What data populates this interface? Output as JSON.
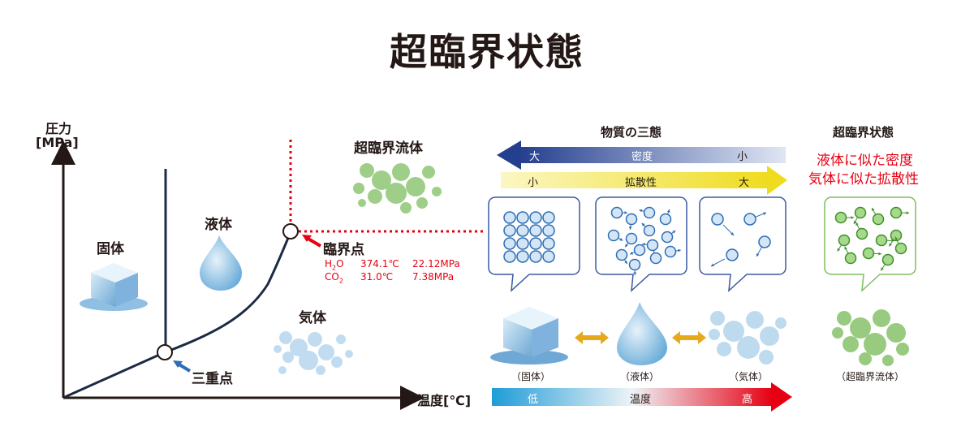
{
  "title": "超臨界状態",
  "phase_diagram": {
    "y_axis_label_line1": "圧力",
    "y_axis_label_line2": "[MPa]",
    "x_axis_label": "温度[℃]",
    "solid_label": "固体",
    "liquid_label": "液体",
    "gas_label": "気体",
    "scf_label": "超臨界流体",
    "critical_point_label": "臨界点",
    "triple_point_label": "三重点",
    "critical_values": [
      {
        "substance": "H",
        "sub": "2",
        "rest": "O",
        "temp": "374.1℃",
        "pressure": "22.12MPa"
      },
      {
        "substance": "CO",
        "sub": "2",
        "rest": "",
        "temp": "31.0℃",
        "pressure": "7.38MPa"
      }
    ]
  },
  "states": {
    "header": "物質の三態",
    "density_arrow": {
      "left": "大",
      "center": "密度",
      "right": "小"
    },
    "diffusion_arrow": {
      "left": "小",
      "center": "拡散性",
      "right": "大"
    },
    "captions": [
      "（固体）",
      "（液体）",
      "（気体）",
      "（超臨界流体）"
    ],
    "temperature_arrow": {
      "left": "低",
      "center": "温度",
      "right": "高"
    }
  },
  "supercritical": {
    "header": "超臨界状態",
    "line1": "液体に似た密度",
    "line2": "気体に似た拡散性"
  },
  "colors": {
    "accent_red": "#e60012",
    "navy": "#1c2a44",
    "blue_dark": "#2e5ba8",
    "yellow": "#f2e23a",
    "green": "#8bc36a"
  }
}
